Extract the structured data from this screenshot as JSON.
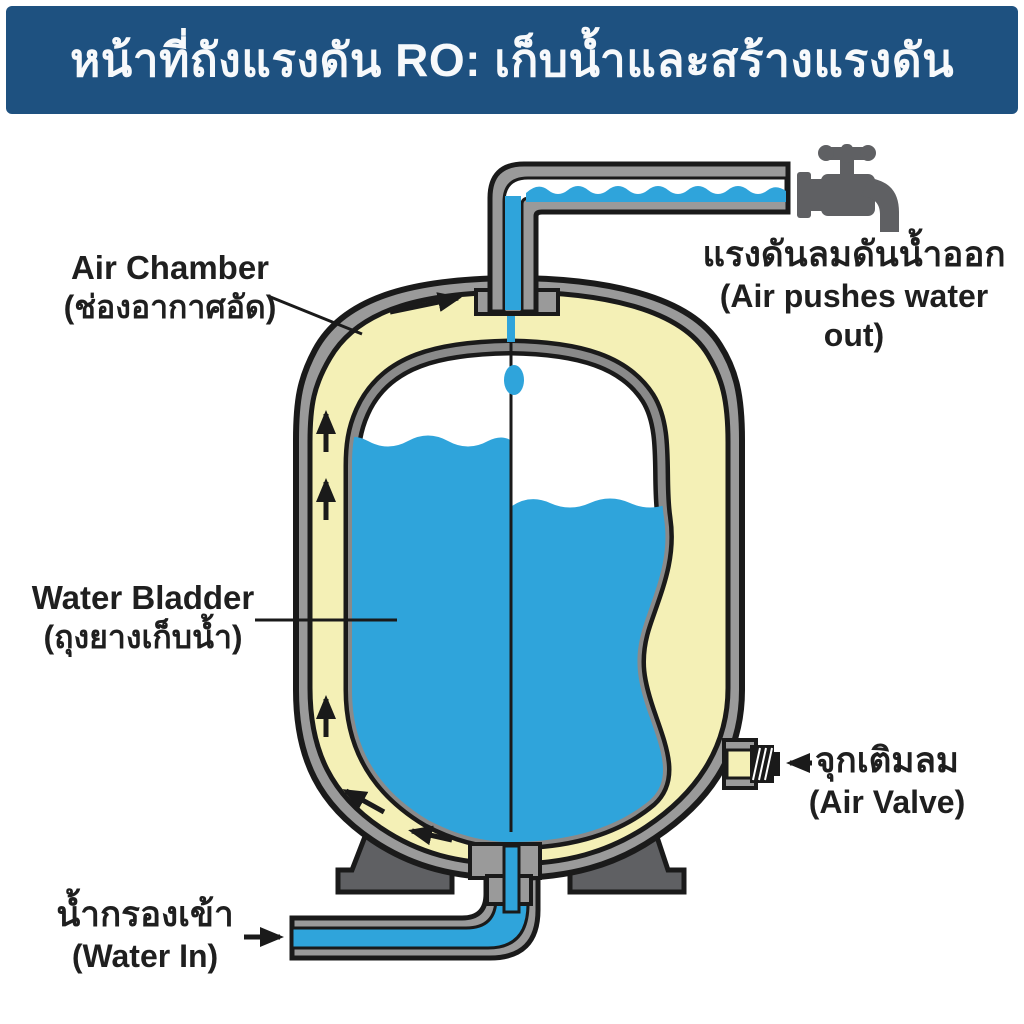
{
  "header": {
    "title": "หน้าที่ถังแรงดัน RO: เก็บน้ำและสร้างแรงดัน"
  },
  "labels": {
    "air_chamber": {
      "line1": "Air Chamber",
      "line2": "(ช่องอากาศอัด)"
    },
    "water_bladder": {
      "line1": "Water Bladder",
      "line2": "(ถุงยางเก็บน้ำ)"
    },
    "air_pushes": {
      "line1": "แรงดันลมดันน้ำออก",
      "line2": "(Air pushes water out)"
    },
    "air_valve": {
      "line1": "จุกเติมลม",
      "line2": "(Air Valve)"
    },
    "water_in": {
      "line1": "น้ำกรองเข้า",
      "line2": "(Water In)"
    }
  },
  "icons": {
    "faucet": "faucet-icon",
    "air_valve": "air-valve-icon",
    "flow_arrows": "arrow-icon"
  },
  "colors": {
    "header_bg": "#1e5180",
    "header_text": "#f7f9fb",
    "water": "#2fa4db",
    "air_chamber": "#f4f0b6",
    "shell_gray": "#9a9a9a",
    "metal_dark": "#5f6063",
    "outline": "#1a1a1a",
    "label_text": "#1f1f1f"
  }
}
